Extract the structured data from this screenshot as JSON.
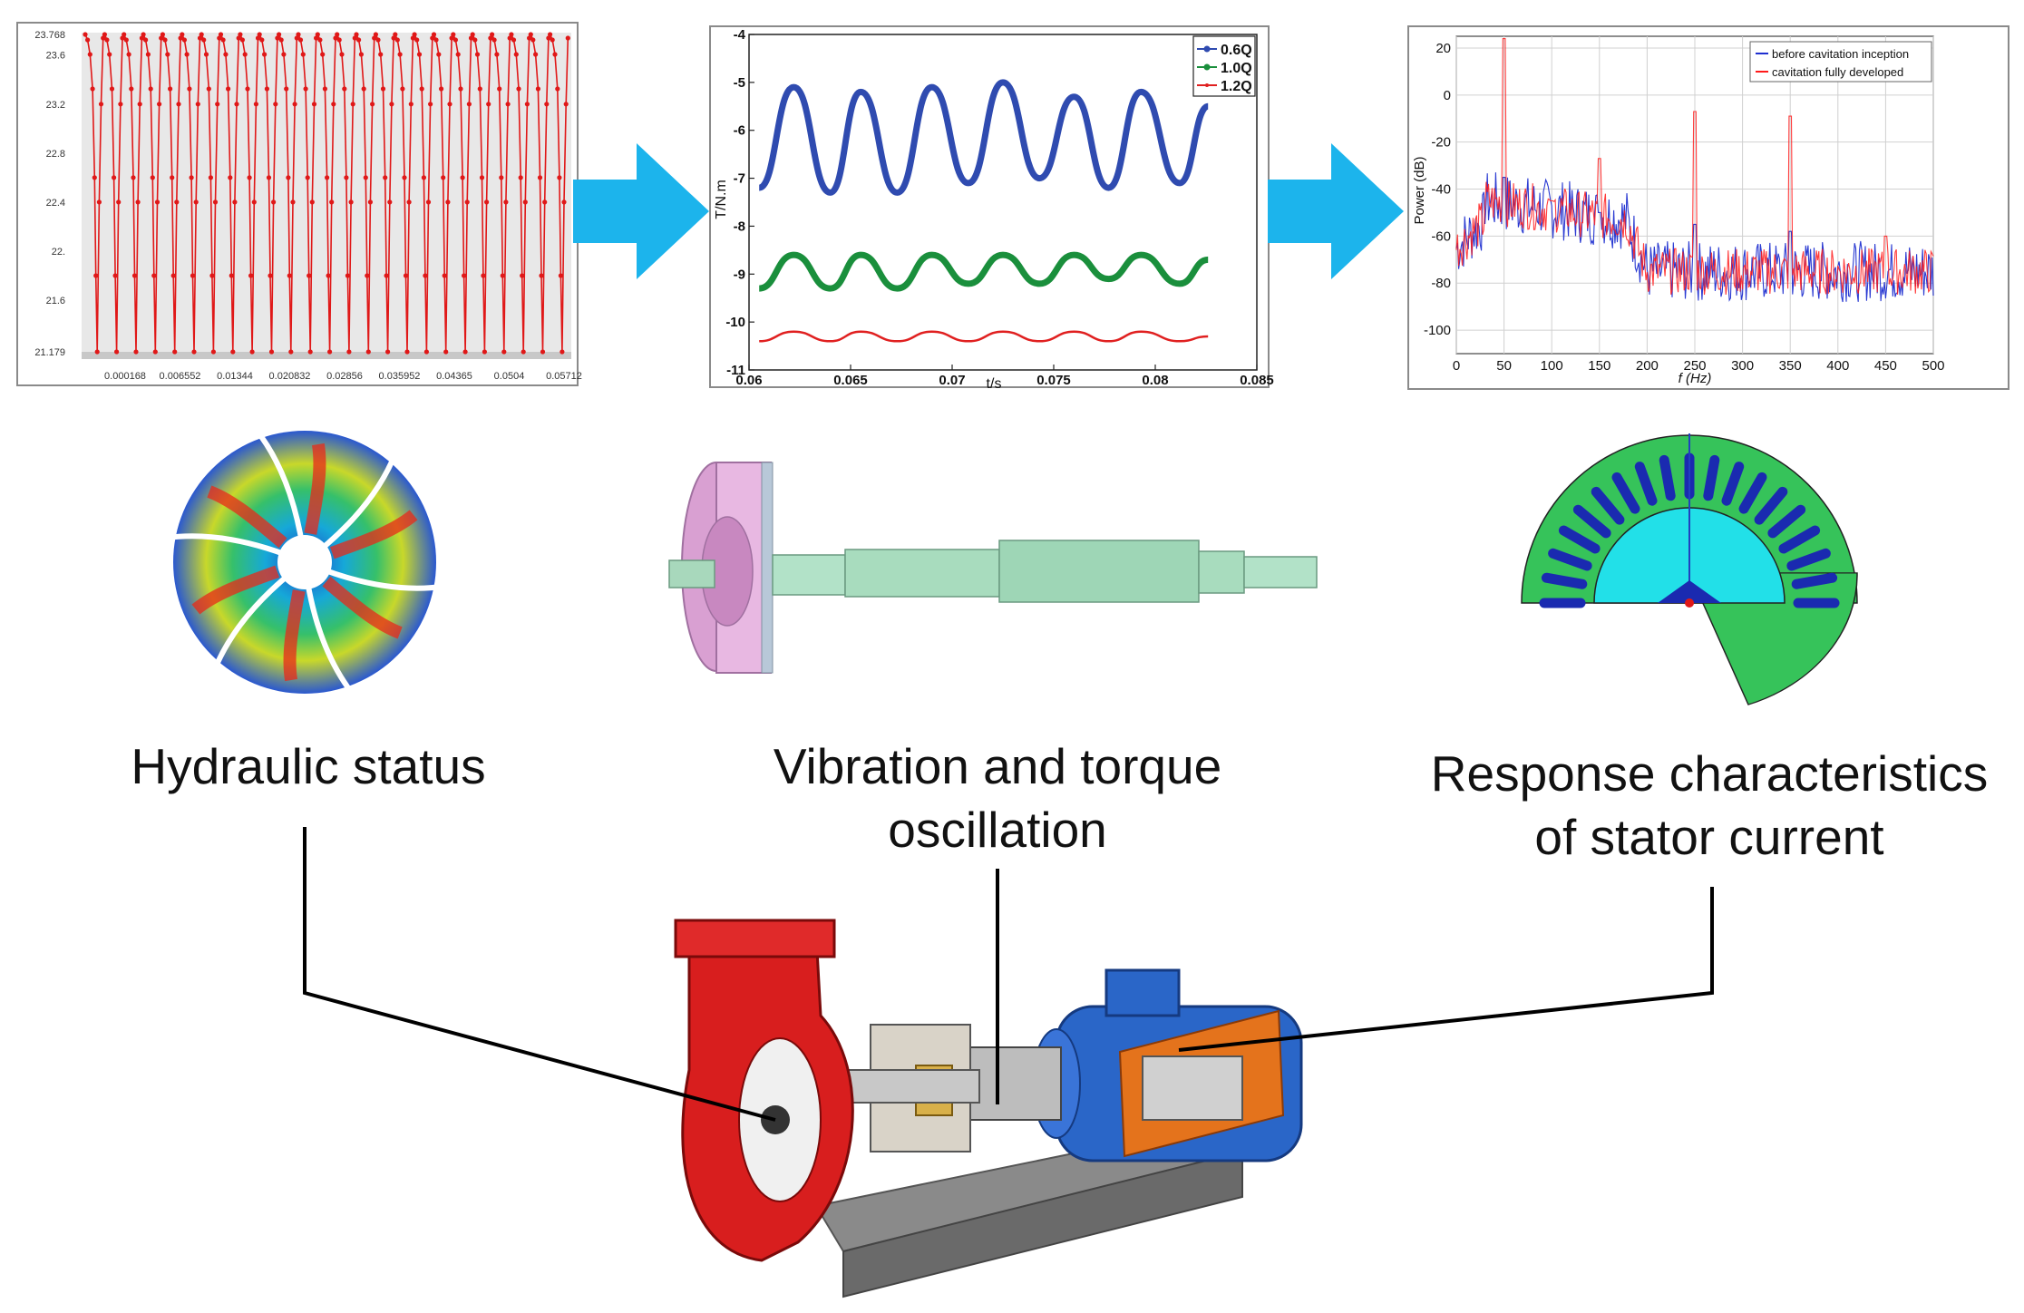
{
  "panel1": {
    "y_ticks": [
      "23.768",
      "23.6",
      "23.2",
      "22.8",
      "22.4",
      "22.",
      "21.6",
      "21.179"
    ],
    "x_ticks": [
      "0.000168",
      "0.006552",
      "0.01344",
      "0.020832",
      "0.02856",
      "0.035952",
      "0.04365",
      "0.0504",
      "0.05712"
    ]
  },
  "chart_data": [
    {
      "type": "line",
      "description_note": "",
      "y_ticks": [
        23.768,
        23.6,
        23.2,
        22.8,
        22.4,
        22.0,
        21.6,
        21.179
      ],
      "x_ticks": [
        0.000168,
        0.006552,
        0.01344,
        0.020832,
        0.02856,
        0.035952,
        0.04365,
        0.0504,
        0.05712
      ],
      "ylim": [
        21.179,
        23.768
      ],
      "series": [
        {
          "peak": 23.768,
          "trough": 21.179,
          "cycles": 25
        }
      ]
    },
    {
      "type": "line",
      "xlabel": "t/s",
      "ylabel": "T/N.m",
      "xlim": [
        0.06,
        0.085
      ],
      "ylim": [
        -11,
        -4
      ],
      "x_ticks": [
        "0.06",
        "0.065",
        "0.07",
        "0.075",
        "0.08",
        "0.085"
      ],
      "y_ticks": [
        "-4",
        "-5",
        "-6",
        "-7",
        "-8",
        "-9",
        "-10",
        "-11"
      ],
      "legend_position": "top-right",
      "series": [
        {
          "name": "0.6Q",
          "color": "#2f4bb0",
          "peaks": [
            [
              0.0622,
              -5.1
            ],
            [
              0.0655,
              -5.2
            ],
            [
              0.069,
              -5.1
            ],
            [
              0.0725,
              -5.0
            ],
            [
              0.076,
              -5.3
            ],
            [
              0.0793,
              -5.2
            ]
          ],
          "troughs": [
            [
              0.0605,
              -7.2
            ],
            [
              0.064,
              -7.3
            ],
            [
              0.0673,
              -7.3
            ],
            [
              0.0708,
              -7.1
            ],
            [
              0.0743,
              -7.0
            ],
            [
              0.0777,
              -7.2
            ],
            [
              0.0812,
              -7.1
            ]
          ],
          "end": [
            0.0826,
            -5.5
          ]
        },
        {
          "name": "1.0Q",
          "color": "#1a8f3c",
          "peaks": [
            [
              0.0622,
              -8.6
            ],
            [
              0.0655,
              -8.6
            ],
            [
              0.069,
              -8.6
            ],
            [
              0.0725,
              -8.6
            ],
            [
              0.076,
              -8.6
            ],
            [
              0.0793,
              -8.6
            ]
          ],
          "troughs": [
            [
              0.0605,
              -9.3
            ],
            [
              0.064,
              -9.3
            ],
            [
              0.0673,
              -9.3
            ],
            [
              0.0708,
              -9.2
            ],
            [
              0.0743,
              -9.2
            ],
            [
              0.0777,
              -9.1
            ],
            [
              0.0812,
              -9.2
            ]
          ],
          "end": [
            0.0826,
            -8.7
          ]
        },
        {
          "name": "1.2Q",
          "color": "#e02020",
          "peaks": [
            [
              0.0622,
              -10.2
            ],
            [
              0.0655,
              -10.2
            ],
            [
              0.069,
              -10.2
            ],
            [
              0.0725,
              -10.2
            ],
            [
              0.076,
              -10.2
            ],
            [
              0.0793,
              -10.2
            ]
          ],
          "troughs": [
            [
              0.0605,
              -10.4
            ],
            [
              0.064,
              -10.4
            ],
            [
              0.0673,
              -10.4
            ],
            [
              0.0708,
              -10.4
            ],
            [
              0.0743,
              -10.4
            ],
            [
              0.0777,
              -10.4
            ],
            [
              0.0812,
              -10.4
            ]
          ],
          "end": [
            0.0826,
            -10.3
          ]
        }
      ]
    },
    {
      "type": "line",
      "xlabel": "f (Hz)",
      "ylabel": "Power (dB)",
      "xlim": [
        0,
        500
      ],
      "ylim": [
        -110,
        25
      ],
      "x_ticks": [
        "0",
        "50",
        "100",
        "150",
        "200",
        "250",
        "300",
        "350",
        "400",
        "450",
        "500"
      ],
      "y_ticks": [
        "20",
        "0",
        "-20",
        "-40",
        "-60",
        "-80",
        "-100"
      ],
      "grid": true,
      "legend_position": "top-right",
      "series": [
        {
          "name": "before cavitation inception",
          "color": "#1f2fd0",
          "peaks": [
            [
              50,
              -35
            ],
            [
              150,
              -50
            ],
            [
              250,
              -55
            ],
            [
              350,
              -58
            ]
          ]
        },
        {
          "name": "cavitation fully developed",
          "color": "#ff1a1a",
          "peaks": [
            [
              50,
              24
            ],
            [
              100,
              -45
            ],
            [
              150,
              -27
            ],
            [
              250,
              -7
            ],
            [
              350,
              -9
            ],
            [
              450,
              -60
            ]
          ]
        }
      ]
    }
  ],
  "labels": {
    "hydraulic": "Hydraulic status",
    "vibration_1": "Vibration and torque",
    "vibration_2": "oscillation",
    "response_1": "Response characteristics",
    "response_2": "of stator current"
  },
  "colors": {
    "arrow": "#1cb4ec",
    "pump_casing": "#d81e1e",
    "motor": "#2a66c8",
    "base": "#7d7d7d",
    "shaft": "#9fd6b4",
    "rotor_disc": "#e0a8d8"
  }
}
